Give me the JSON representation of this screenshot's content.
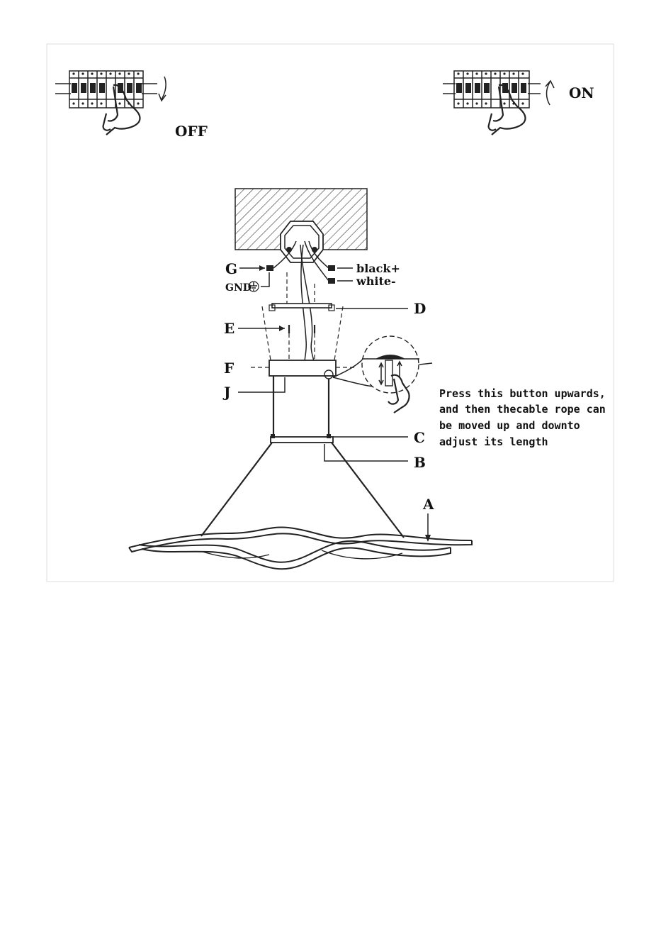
{
  "switches": {
    "off_label": "OFF",
    "on_label": "ON"
  },
  "wires": {
    "black_label": "black+",
    "white_label": "white-",
    "gnd_label": "GND"
  },
  "parts": {
    "a": "A",
    "b": "B",
    "c": "C",
    "d": "D",
    "e": "E",
    "f": "F",
    "g": "G",
    "j": "J"
  },
  "note": {
    "line1": "Press this button upwards,",
    "line2": "and then thecable rope can",
    "line3": "be moved up and downto",
    "line4": "adjust its length"
  }
}
